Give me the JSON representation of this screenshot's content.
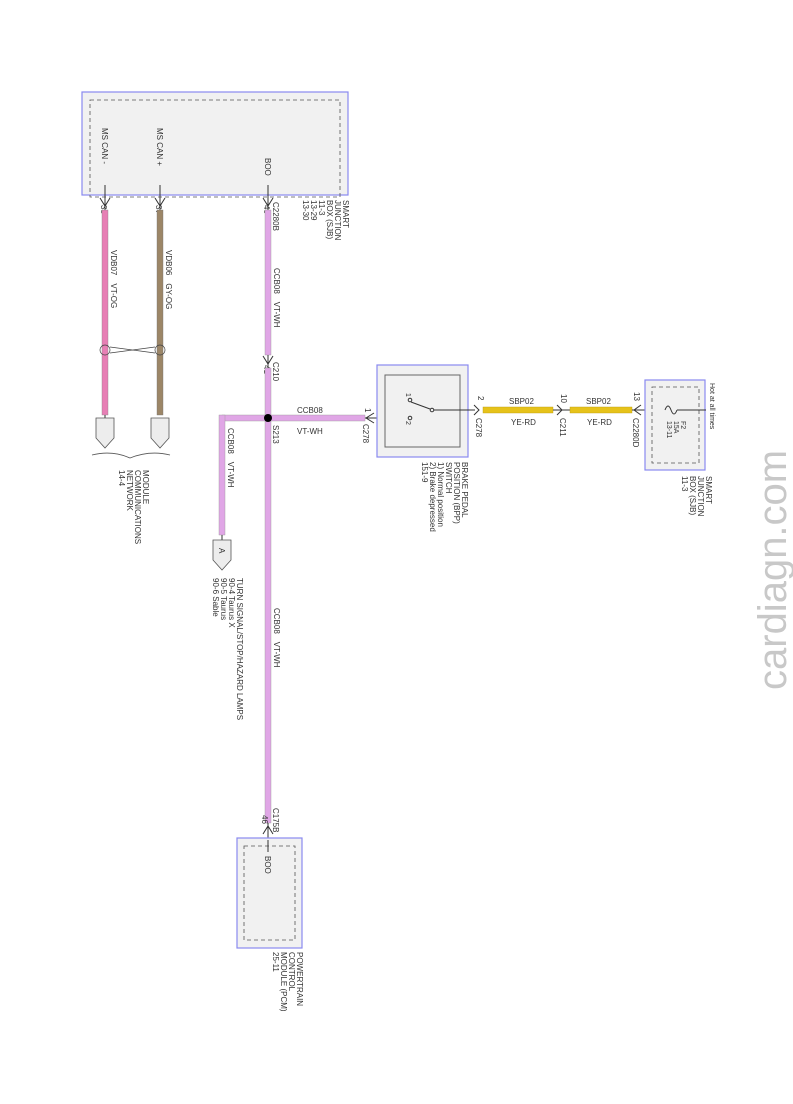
{
  "sjb_top": {
    "title": [
      "SMART",
      "JUNCTION",
      "BOX (SJB)",
      "11-3",
      "13-29",
      "13-30"
    ],
    "pins": [
      {
        "name": "MS CAN -",
        "pin": "38"
      },
      {
        "name": "MS CAN +",
        "pin": "37"
      },
      {
        "name": "BOO",
        "pin": "40",
        "connector": "C2280B"
      }
    ]
  },
  "wires": {
    "vdb07": {
      "circuit": "VDB07",
      "color": "VT-OG",
      "hex": "#e77fb5"
    },
    "vdb06": {
      "circuit": "VDB06",
      "color": "GY-OG",
      "hex": "#9c8667"
    },
    "ccb08_a": {
      "circuit": "CCB08",
      "color": "VT-WH",
      "hex": "#e0a6e6"
    },
    "ccb08_b": {
      "circuit": "CCB08",
      "color": "VT-WH"
    },
    "ccb08_c": {
      "circuit": "CCB08",
      "color": "VT-WH"
    },
    "ccb08_d": {
      "circuit": "CCB08",
      "color": "VT-WH"
    },
    "sbp02_a": {
      "circuit": "SBP02",
      "color": "YE-RD",
      "hex": "#e6c21a"
    },
    "sbp02_b": {
      "circuit": "SBP02",
      "color": "YE-RD"
    }
  },
  "connectors": {
    "c210": {
      "name": "C210",
      "pin": "41"
    },
    "splice": {
      "name": "S213"
    },
    "c278_1": {
      "name": "C278",
      "pin": "1"
    },
    "c278_2": {
      "name": "C278",
      "pin": "2"
    },
    "c211": {
      "name": "C211",
      "pin": "10"
    },
    "c2280d": {
      "name": "C2280D",
      "pin": "13"
    },
    "c175b": {
      "name": "C175B",
      "pin": "46"
    },
    "a": {
      "label": "A"
    }
  },
  "mcn": {
    "title": [
      "MODULE",
      "COMMUNICATIONS",
      "NETWORK",
      "14-4"
    ]
  },
  "turn": {
    "title": [
      "TURN SIGNAL/STOP/HAZARD LAMPS",
      "90-4  Taurus X",
      "90-5  Taurus",
      "90-6  Sable"
    ]
  },
  "bpp": {
    "title": [
      "BRAKE PEDAL",
      "POSITION (BPP)",
      "SWITCH",
      "1) Normal position",
      "2) Brake depressed",
      "151-9"
    ],
    "pin1": "1",
    "pin2": "2"
  },
  "sjb_right": {
    "note": "Hot at all times",
    "fuse": [
      "F2",
      "15A",
      "13-11"
    ],
    "title": [
      "SMART",
      "JUNCTION",
      "BOX (SJB)",
      "11-3"
    ]
  },
  "pcm": {
    "pin": "BOO",
    "title": [
      "POWERTRAIN",
      "CONTROL",
      "MODULE (PCM)",
      "25-11"
    ]
  },
  "watermark": "cardiagn.com"
}
